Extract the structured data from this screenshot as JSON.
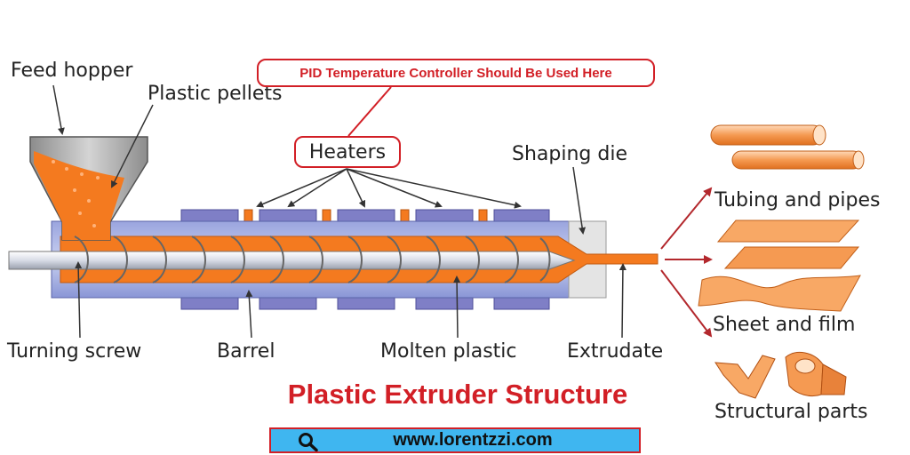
{
  "callout": {
    "pid_text": "PID Temperature Controller Should Be Used Here"
  },
  "labels": {
    "feed_hopper": "Feed hopper",
    "plastic_pellets": "Plastic pellets",
    "heaters": "Heaters",
    "shaping_die": "Shaping die",
    "turning_screw": "Turning screw",
    "barrel": "Barrel",
    "molten_plastic": "Molten plastic",
    "extrudate": "Extrudate"
  },
  "products": {
    "tubing": "Tubing and pipes",
    "sheet": "Sheet and film",
    "structural": "Structural parts"
  },
  "title": "Plastic Extruder Structure",
  "site": {
    "url": "www.lorentzzi.com",
    "icon": "search-icon"
  },
  "colors": {
    "accent_red": "#d21f26",
    "molten_orange": "#f47a1f",
    "barrel_blue": "#8a96d6",
    "heater_purple": "#7f7fc6",
    "site_bar_blue": "#3fb6f0"
  }
}
